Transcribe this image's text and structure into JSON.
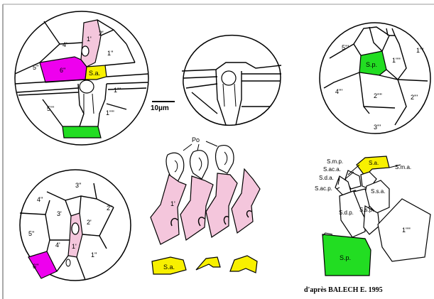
{
  "colors": {
    "pink": "#f4c6dc",
    "magenta": "#ee00ee",
    "yellow": "#f8f000",
    "green": "#22dd22",
    "white": "#ffffff",
    "stroke": "#000000"
  },
  "scale_bar": {
    "label": "10µm"
  },
  "credit": "d'après BALECH E. 1995",
  "views": {
    "ventral": {
      "labels": {
        "p4": "4'",
        "p1": "1'",
        "p2": "2'",
        "pp1": "1''",
        "pp5": "5''",
        "pp6": "6''",
        "sa": "S.a.",
        "ppp1": "1'''",
        "ppp5": "5'''",
        "pppp1": "1''''"
      }
    },
    "dorsal": {},
    "antapical": {
      "labels": {
        "ppp5": "5'''",
        "sp": "S.p.",
        "pppp1": "1''''",
        "ppp1": "1'''",
        "ppp4": "4'''",
        "pppp2": "2''''",
        "ppp2": "2'''",
        "ppp3": "3'''"
      }
    },
    "apical": {
      "labels": {
        "pp3": "3''",
        "pp4": "4''",
        "p3": "3'",
        "pp2": "2''",
        "pp5": "5''",
        "p2": "2'",
        "p4": "4'",
        "p1": "1'",
        "pp6": "6''",
        "pp1": "1''"
      }
    },
    "detail_po": {
      "labels": {
        "po": "Po",
        "p1": "1'",
        "sa": "S.a."
      }
    },
    "sulcal": {
      "labels": {
        "smp": "S.m.p.",
        "saca": "S.ac.a.",
        "sa": "S.a.",
        "sma": "S.m.a.",
        "sda": "S.d.a.",
        "sacp": "S.ac.p.",
        "ssa": "S.s.a.",
        "sdp": "S.d.p.",
        "ssp": "S.s.p.",
        "pppp1": "1''''",
        "sp": "S.p."
      }
    }
  }
}
